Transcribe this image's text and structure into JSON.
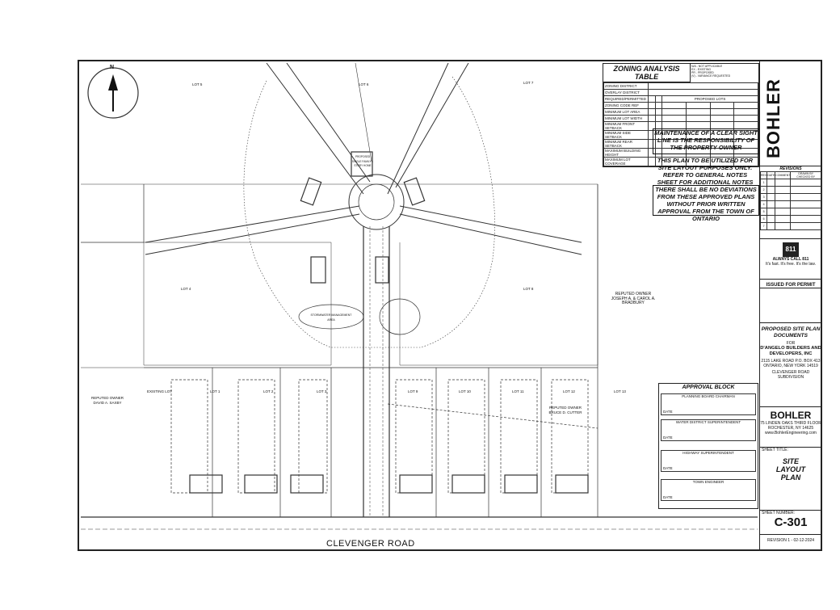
{
  "sheet": {
    "north_label": "N",
    "road_label": "CLEVENGER ROAD"
  },
  "zoning_table": {
    "title": "ZONING ANALYSIS TABLE",
    "legend": [
      "N/A - NOT APPLICABLE",
      "EX - EXISTING",
      "PR - PROPOSED",
      "(V) - VARIANCE REQUESTED"
    ],
    "row_labels": [
      "ZONING DISTRICT",
      "OVERLAY DISTRICT",
      "REQUIRED/PERMITTED",
      "ZONING CODE REF",
      "MINIMUM LOT AREA",
      "MINIMUM LOT WIDTH",
      "MINIMUM FRONT SETBACK",
      "MINIMUM SIDE SETBACK",
      "MINIMUM REAR SETBACK",
      "MAXIMUM BUILDING HEIGHT",
      "MAXIMUM LOT COVERAGE"
    ],
    "proposed_header": "PROPOSED LOTS"
  },
  "notes": {
    "sight_line": "MAINTENANCE OF A CLEAR SIGHT LINE IS THE RESPONSIBILITY OF THE PROPERTY OWNER",
    "layout": "THIS PLAN TO BE UTILIZED FOR SITE LAYOUT PURPOSES ONLY. REFER TO GENERAL NOTES SHEET FOR ADDITIONAL NOTES",
    "deviations": "THERE SHALL BE NO DEVIATIONS FROM THESE APPROVED PLANS WITHOUT PRIOR WRITTEN APPROVAL FROM THE TOWN OF ONTARIO"
  },
  "title_block": {
    "brand": "BOHLER",
    "revisions_title": "REVISIONS",
    "rev_headers": [
      "REV",
      "DATE",
      "COMMENT",
      "DRAWN BY CHECKED BY"
    ],
    "rev_numbers": [
      "1",
      "2",
      "3",
      "4",
      "5",
      "6",
      "7"
    ],
    "call_811": "811",
    "call_text": "ALWAYS CALL 811",
    "call_sub": "It's fast. It's free. It's the law.",
    "issued": "ISSUED FOR PERMIT",
    "doc_title": "PROPOSED SITE PLAN DOCUMENTS",
    "for_label": "FOR",
    "client": "D'ANGELO BUILDERS AND DEVELOPERS, INC",
    "client_address": "2115 LAKE ROAD P.O. BOX 413 ONTARIO, NEW YORK 14519",
    "project": "CLEVENGER ROAD SUBDIVISION",
    "brand_address": "75 LINDEN OAKS THIRD FLOOR ROCHESTER, NY 14625",
    "website": "www.BohlerEngineering.com",
    "sheet_title_label": "SHEET TITLE:",
    "sheet_title": "SITE LAYOUT PLAN",
    "sheet_number_label": "SHEET NUMBER:",
    "sheet_number": "C-301",
    "revision_note": "REVISION 1 - 02-12-2024"
  },
  "approval_block": {
    "title": "APPROVAL BLOCK",
    "rows": [
      "PLANNING BOARD CHAIRMAN",
      "WATER DISTRICT SUPERINTENDENT",
      "HIGHWAY SUPERINTENDENT",
      "TOWN ENGINEER"
    ],
    "date_label": "DATE"
  },
  "lots": {
    "lot5": "LOT 5",
    "lot6": "LOT 6",
    "lot7": "LOT 7",
    "lot4": "LOT 4",
    "lot8": "LOT 8",
    "lot1": "LOT 1",
    "lot2": "LOT 2",
    "lot3": "LOT 3",
    "lot9": "LOT 9",
    "lot10": "LOT 10",
    "lot11": "LOT 11",
    "lot12": "LOT 12",
    "lot13": "LOT 13",
    "existing_lot": "EXISTING LOT"
  },
  "owners": {
    "bradbury": "REPUTED OWNER JOSEPH A. & CAROL A. BRADBURY",
    "saxby": "REPUTED OWNER DAVID A. SAXBY",
    "cutter": "REPUTED OWNER BRUCE D. CUTTER"
  },
  "labels": {
    "stormwater": "STORMWATER MANAGEMENT AREA",
    "proposed_home": "PROPOSED SINGLE FAMILY 1 STORY HOME"
  }
}
